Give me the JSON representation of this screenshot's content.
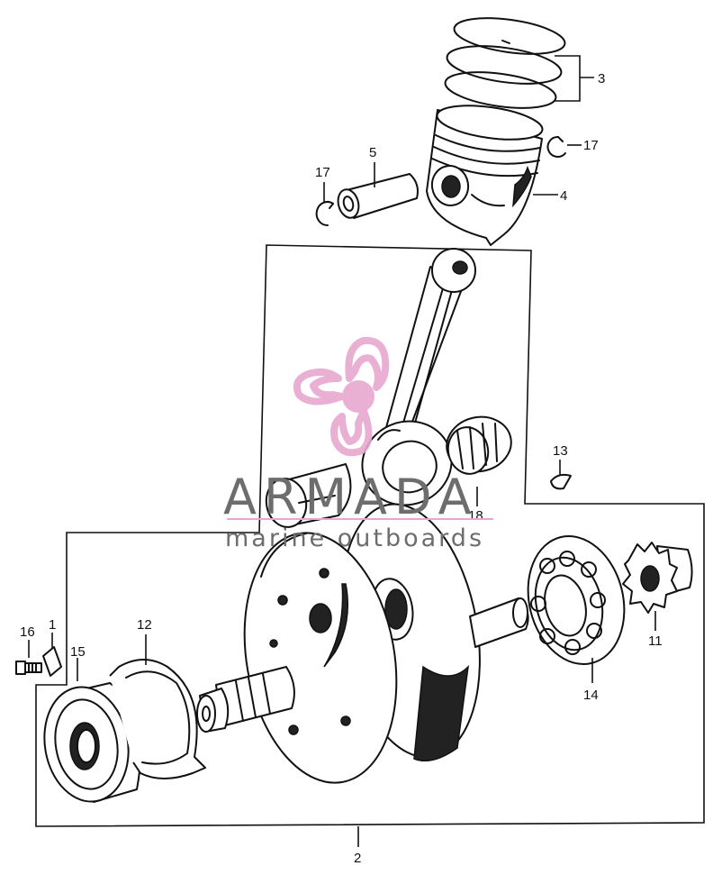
{
  "callouts": {
    "c1": "1",
    "c2": "2",
    "c3": "3",
    "c4": "4",
    "c5": "5",
    "c11": "11",
    "c12": "12",
    "c13": "13",
    "c14": "14",
    "c15": "15",
    "c16": "16",
    "c17a": "17",
    "c17b": "17",
    "c18": "18"
  },
  "watermark": {
    "brand": "ARMADA",
    "tagline": "marine outboards",
    "logo_color": "#e7a8cf",
    "text_color": "#6d6d6d"
  }
}
